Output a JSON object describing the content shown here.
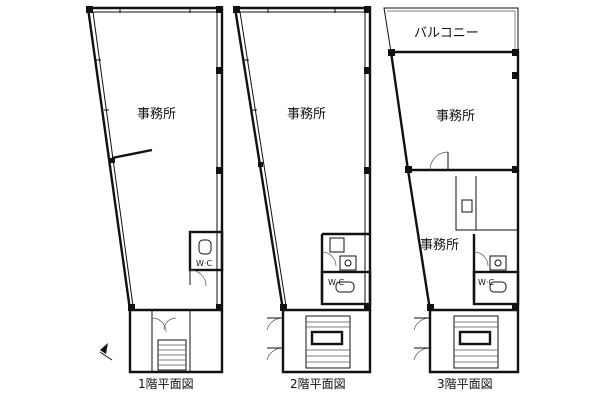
{
  "floors": [
    {
      "caption": "1階平面図",
      "office_label": "事務所",
      "wc_label": "W·C"
    },
    {
      "caption": "2階平面図",
      "office_label": "事務所",
      "wc_label": "W·C"
    },
    {
      "caption": "3階平面図",
      "balcony_label": "バルコニー",
      "office_label_upper": "事務所",
      "office_label_lower": "事務所",
      "wc_label": "W·C"
    }
  ]
}
